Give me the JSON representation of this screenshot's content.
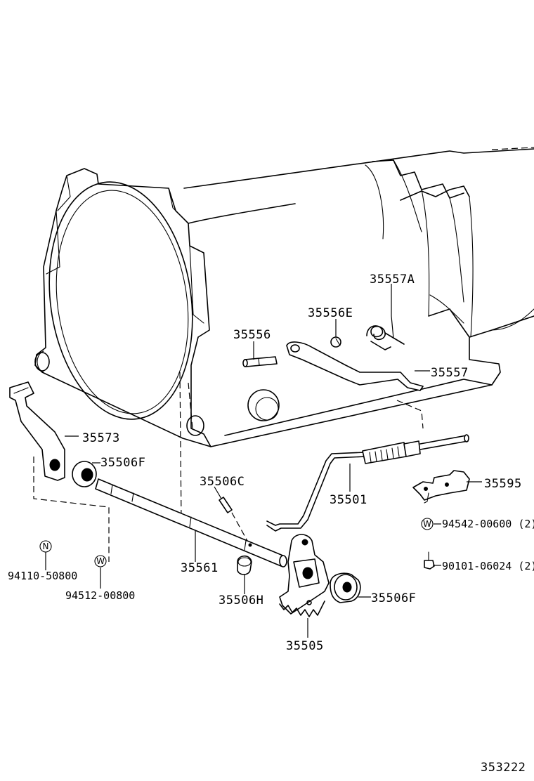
{
  "parts": {
    "p35557A": "35557A",
    "p35556E": "35556E",
    "p35556": "35556",
    "p35557": "35557",
    "p35573": "35573",
    "p35506F_upper": "35506F",
    "p35506C": "35506C",
    "p35501": "35501",
    "p35595": "35595",
    "p94542": "94542-00600 (2)",
    "p90101": "90101-06024 (2)",
    "p35561": "35561",
    "p94110": "94110-50800",
    "p94512": "94512-00800",
    "p35506H": "35506H",
    "p35506F_lower": "35506F",
    "p35505": "35505"
  },
  "markers": {
    "n_marker": "N",
    "w_marker": "W",
    "w_marker_right": "W"
  },
  "figure_number": "353222"
}
